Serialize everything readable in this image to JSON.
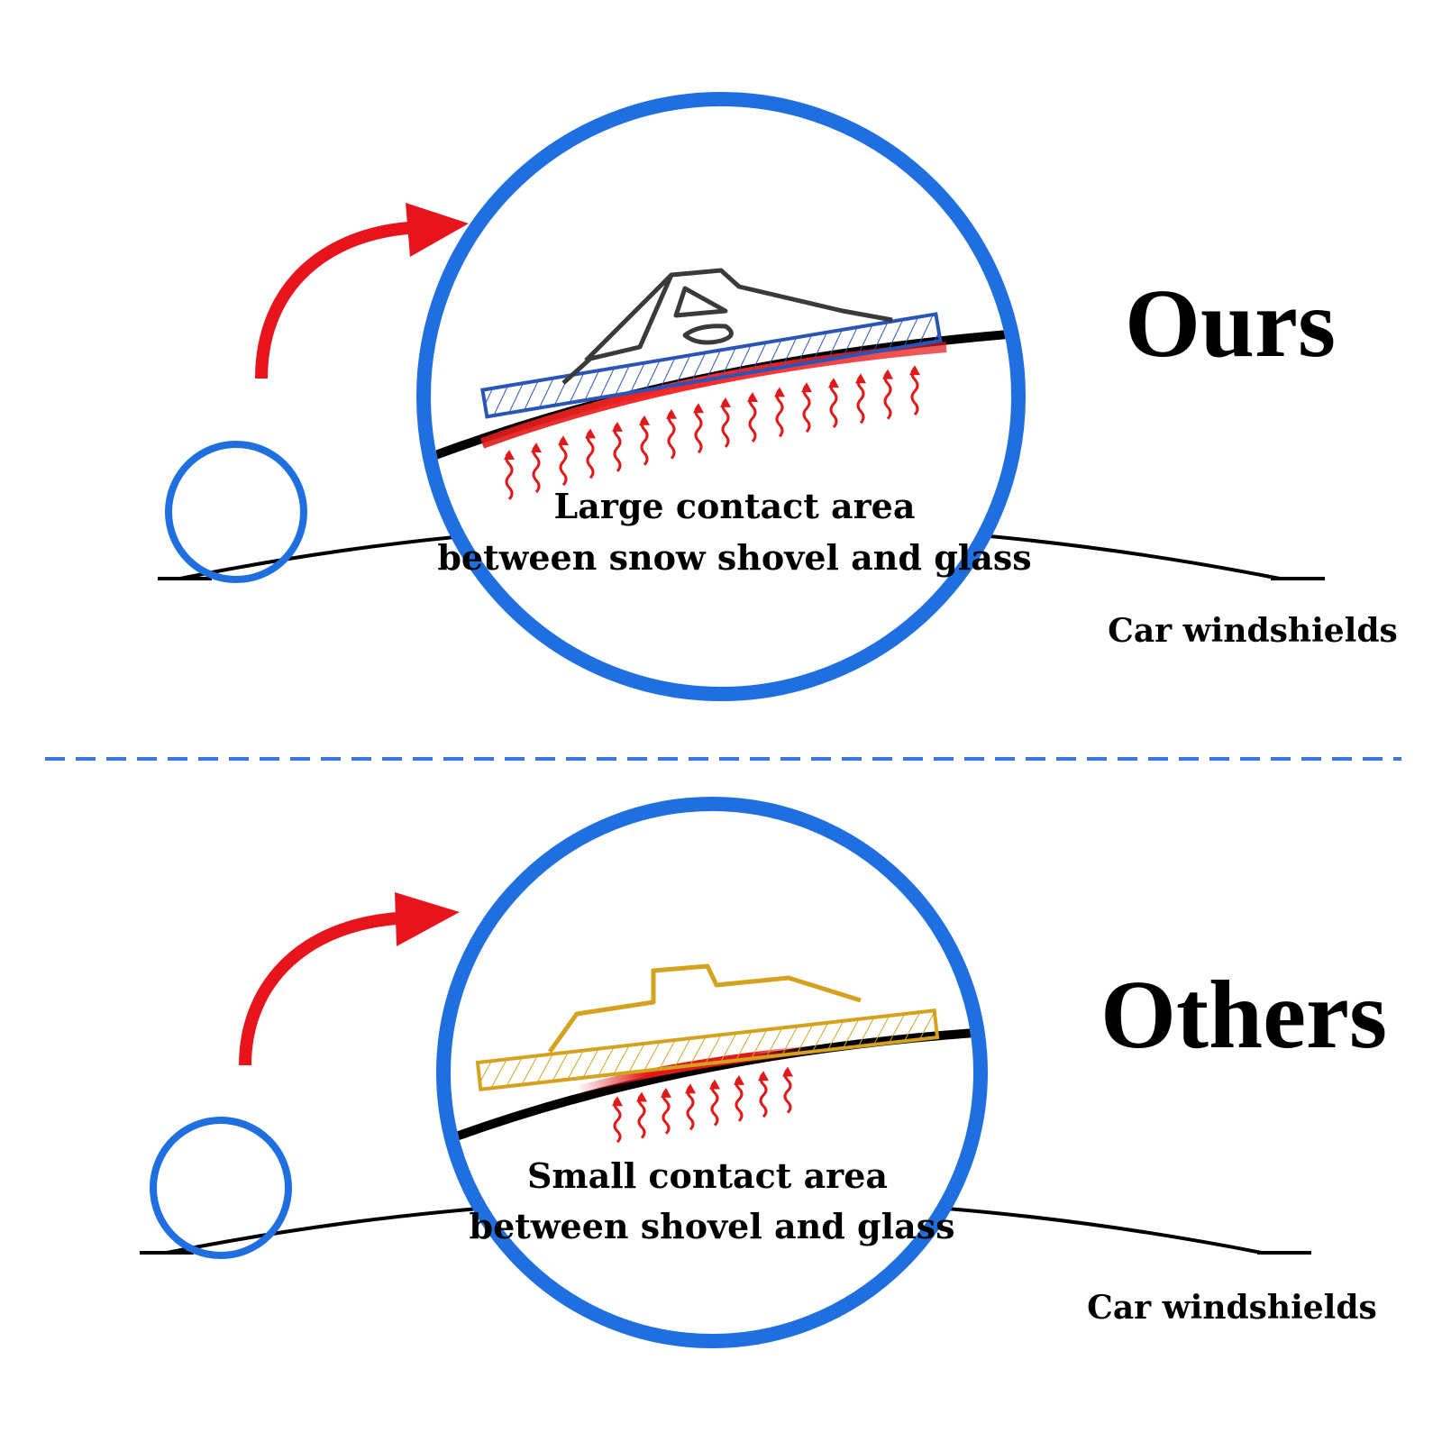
{
  "colors": {
    "circle_blue": "#1f6fe0",
    "arrow_red": "#e8141c",
    "heat_red": "#e01a1a",
    "ours_blade": "#2a55b8",
    "others_blade": "#d4a21e",
    "ours_body": "#3a3a3a",
    "glass_line": "#000000",
    "divider": "#3a78e0"
  },
  "top_panel": {
    "title": "Ours",
    "caption_line1": "Large contact area",
    "caption_line2": "between snow shovel and glass",
    "ground_label": "Car windshields",
    "icons": [
      "magnifier-circle",
      "curved-arrow",
      "snow-shovel-blade",
      "heat-wave-arrows"
    ]
  },
  "bottom_panel": {
    "title": "Others",
    "caption_line1": "Small contact area",
    "caption_line2": "between shovel and glass",
    "ground_label": "Car windshields",
    "icons": [
      "magnifier-circle",
      "curved-arrow",
      "snow-shovel-blade",
      "heat-wave-arrows"
    ]
  }
}
